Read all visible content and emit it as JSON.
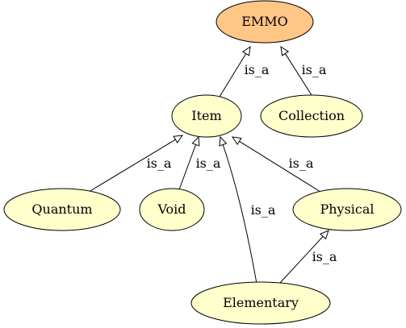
{
  "colors": {
    "root_fill": "#ffc685",
    "node_fill": "#ffffcc",
    "stroke": "#000000"
  },
  "nodes": [
    {
      "id": "emmo",
      "label": "EMMO",
      "kind": "root"
    },
    {
      "id": "item",
      "label": "Item",
      "kind": "class"
    },
    {
      "id": "collection",
      "label": "Collection",
      "kind": "class"
    },
    {
      "id": "quantum",
      "label": "Quantum",
      "kind": "class"
    },
    {
      "id": "void",
      "label": "Void",
      "kind": "class"
    },
    {
      "id": "physical",
      "label": "Physical",
      "kind": "class"
    },
    {
      "id": "elementary",
      "label": "Elementary",
      "kind": "class"
    }
  ],
  "edges": [
    {
      "from": "item",
      "to": "emmo",
      "label": "is_a"
    },
    {
      "from": "collection",
      "to": "emmo",
      "label": "is_a"
    },
    {
      "from": "quantum",
      "to": "item",
      "label": "is_a"
    },
    {
      "from": "void",
      "to": "item",
      "label": "is_a"
    },
    {
      "from": "elementary",
      "to": "item",
      "label": "is_a"
    },
    {
      "from": "physical",
      "to": "item",
      "label": "is_a"
    },
    {
      "from": "elementary",
      "to": "physical",
      "label": "is_a"
    }
  ]
}
